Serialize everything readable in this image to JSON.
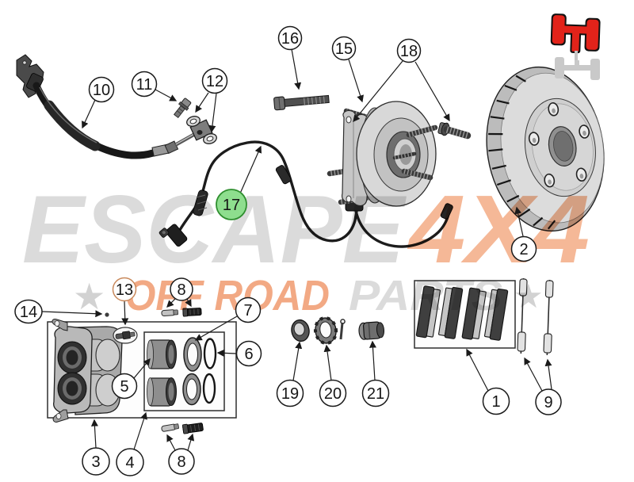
{
  "watermark": {
    "brand_top_gray": "ESCAPE",
    "brand_top_accent": "4X4",
    "brand_bottom_accent": "OFF ROAD",
    "brand_bottom_gray": "PARTS",
    "star": "★",
    "gray": "#d7d7d7",
    "accent": "#f4b08c",
    "accent_strong": "#f1a077",
    "star_gray": "#cdcdcd"
  },
  "logo": {
    "active_color": "#e2231a",
    "inactive_color": "#c9c9c9"
  },
  "colors": {
    "line_color": "#1a1a1a",
    "callout_fill": "#ffffff",
    "callout_stroke": "#1a1a1a",
    "highlight_green_fill": "#8ede8e",
    "highlight_green_stroke": "#2f8f2f",
    "highlight_green_text": "#0d4a0d",
    "tinted_orange_stroke": "#c9895c",
    "tinted_orange_text": "#9c6335"
  },
  "callouts": [
    {
      "label": "10"
    },
    {
      "label": "11"
    },
    {
      "label": "12"
    },
    {
      "label": "16"
    },
    {
      "label": "15"
    },
    {
      "label": "18"
    },
    {
      "label": "17"
    },
    {
      "label": "2"
    },
    {
      "label": "14"
    },
    {
      "label": "13"
    },
    {
      "label": "8"
    },
    {
      "label": "7"
    },
    {
      "label": "6"
    },
    {
      "label": "5"
    },
    {
      "label": "19"
    },
    {
      "label": "20"
    },
    {
      "label": "21"
    },
    {
      "label": "1"
    },
    {
      "label": "9"
    },
    {
      "label": "3"
    },
    {
      "label": "4"
    },
    {
      "label": "8"
    }
  ]
}
